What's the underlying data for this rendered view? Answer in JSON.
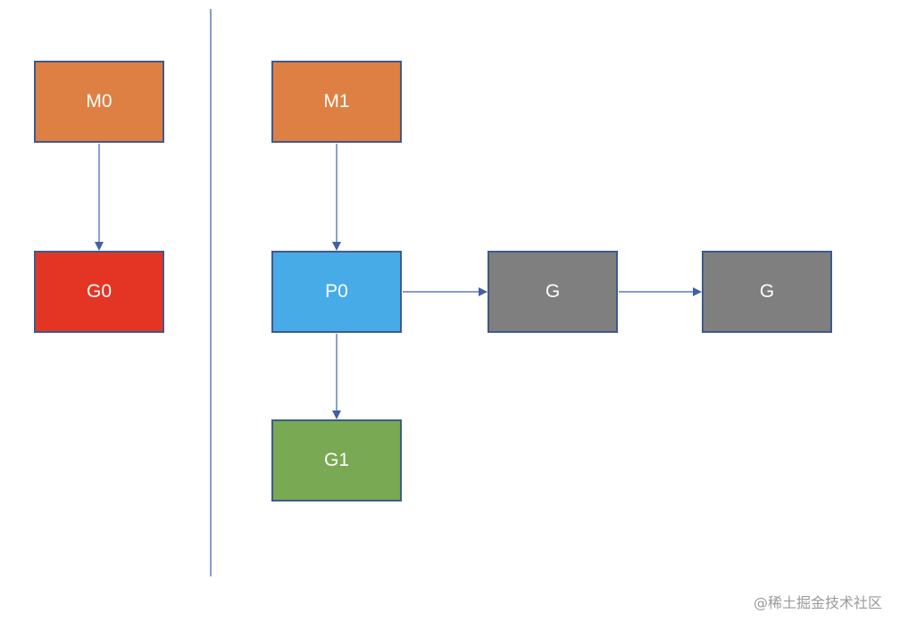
{
  "colors": {
    "m": "#de7f43",
    "g_running": "#e43524",
    "p": "#47abe7",
    "g_local": "#79a953",
    "g_queued": "#7f7f7f",
    "edge": "#4060a8",
    "divider": "#4e6aa0"
  },
  "nodes": {
    "m0": "M0",
    "g0": "G0",
    "m1": "M1",
    "p0": "P0",
    "g1": "G1",
    "g_a": "G",
    "g_b": "G"
  },
  "edges": [
    {
      "from": "m0",
      "to": "g0"
    },
    {
      "from": "m1",
      "to": "p0"
    },
    {
      "from": "p0",
      "to": "g1"
    },
    {
      "from": "p0",
      "to": "g_a"
    },
    {
      "from": "g_a",
      "to": "g_b"
    }
  ],
  "watermark": "@稀土掘金技术社区"
}
